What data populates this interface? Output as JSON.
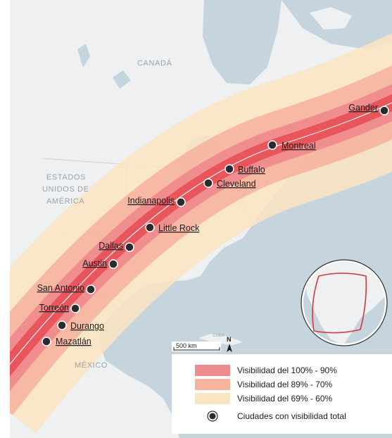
{
  "map": {
    "countries": [
      "CANADÁ",
      "ESTADOS",
      "UNIDOS DE",
      "AMÉRICA",
      "MÉXICO",
      "CUBA"
    ],
    "compass": "N",
    "scale_label": "500 km",
    "cities": [
      {
        "name": "Gander",
        "label_side": "left"
      },
      {
        "name": "Montreal",
        "label_side": "right"
      },
      {
        "name": "Buffalo",
        "label_side": "right"
      },
      {
        "name": "Cleveland",
        "label_side": "right"
      },
      {
        "name": "Indianapolis",
        "label_side": "left"
      },
      {
        "name": "Little Rock",
        "label_side": "right"
      },
      {
        "name": "Dallas",
        "label_side": "left"
      },
      {
        "name": "Austin",
        "label_side": "left"
      },
      {
        "name": "San Antonio",
        "label_side": "left"
      },
      {
        "name": "Torreón",
        "label_side": "left"
      },
      {
        "name": "Durango",
        "label_side": "right"
      },
      {
        "name": "Mazatlán",
        "label_side": "right"
      }
    ],
    "legend": [
      {
        "label": "Visibilidad del 100% - 90%",
        "color": "#ef8a8e"
      },
      {
        "label": "Visibilidad del 89% - 70%",
        "color": "#f6b49e"
      },
      {
        "label": "Visibilidad del 69% - 60%",
        "color": "#fbe4c2"
      },
      {
        "label": "Ciudades con visibilidad total",
        "color": "#2b2b2b"
      }
    ],
    "colors": {
      "water": "#c6d4dd",
      "land": "#eef0f1",
      "band_outer": "#fbe4c2",
      "band_middle": "#f6b49e",
      "band_inner": "#ef8a8e",
      "band_core": "#e8565c",
      "center_line": "#ffffff",
      "city_dot": "#2b2b2b"
    }
  }
}
